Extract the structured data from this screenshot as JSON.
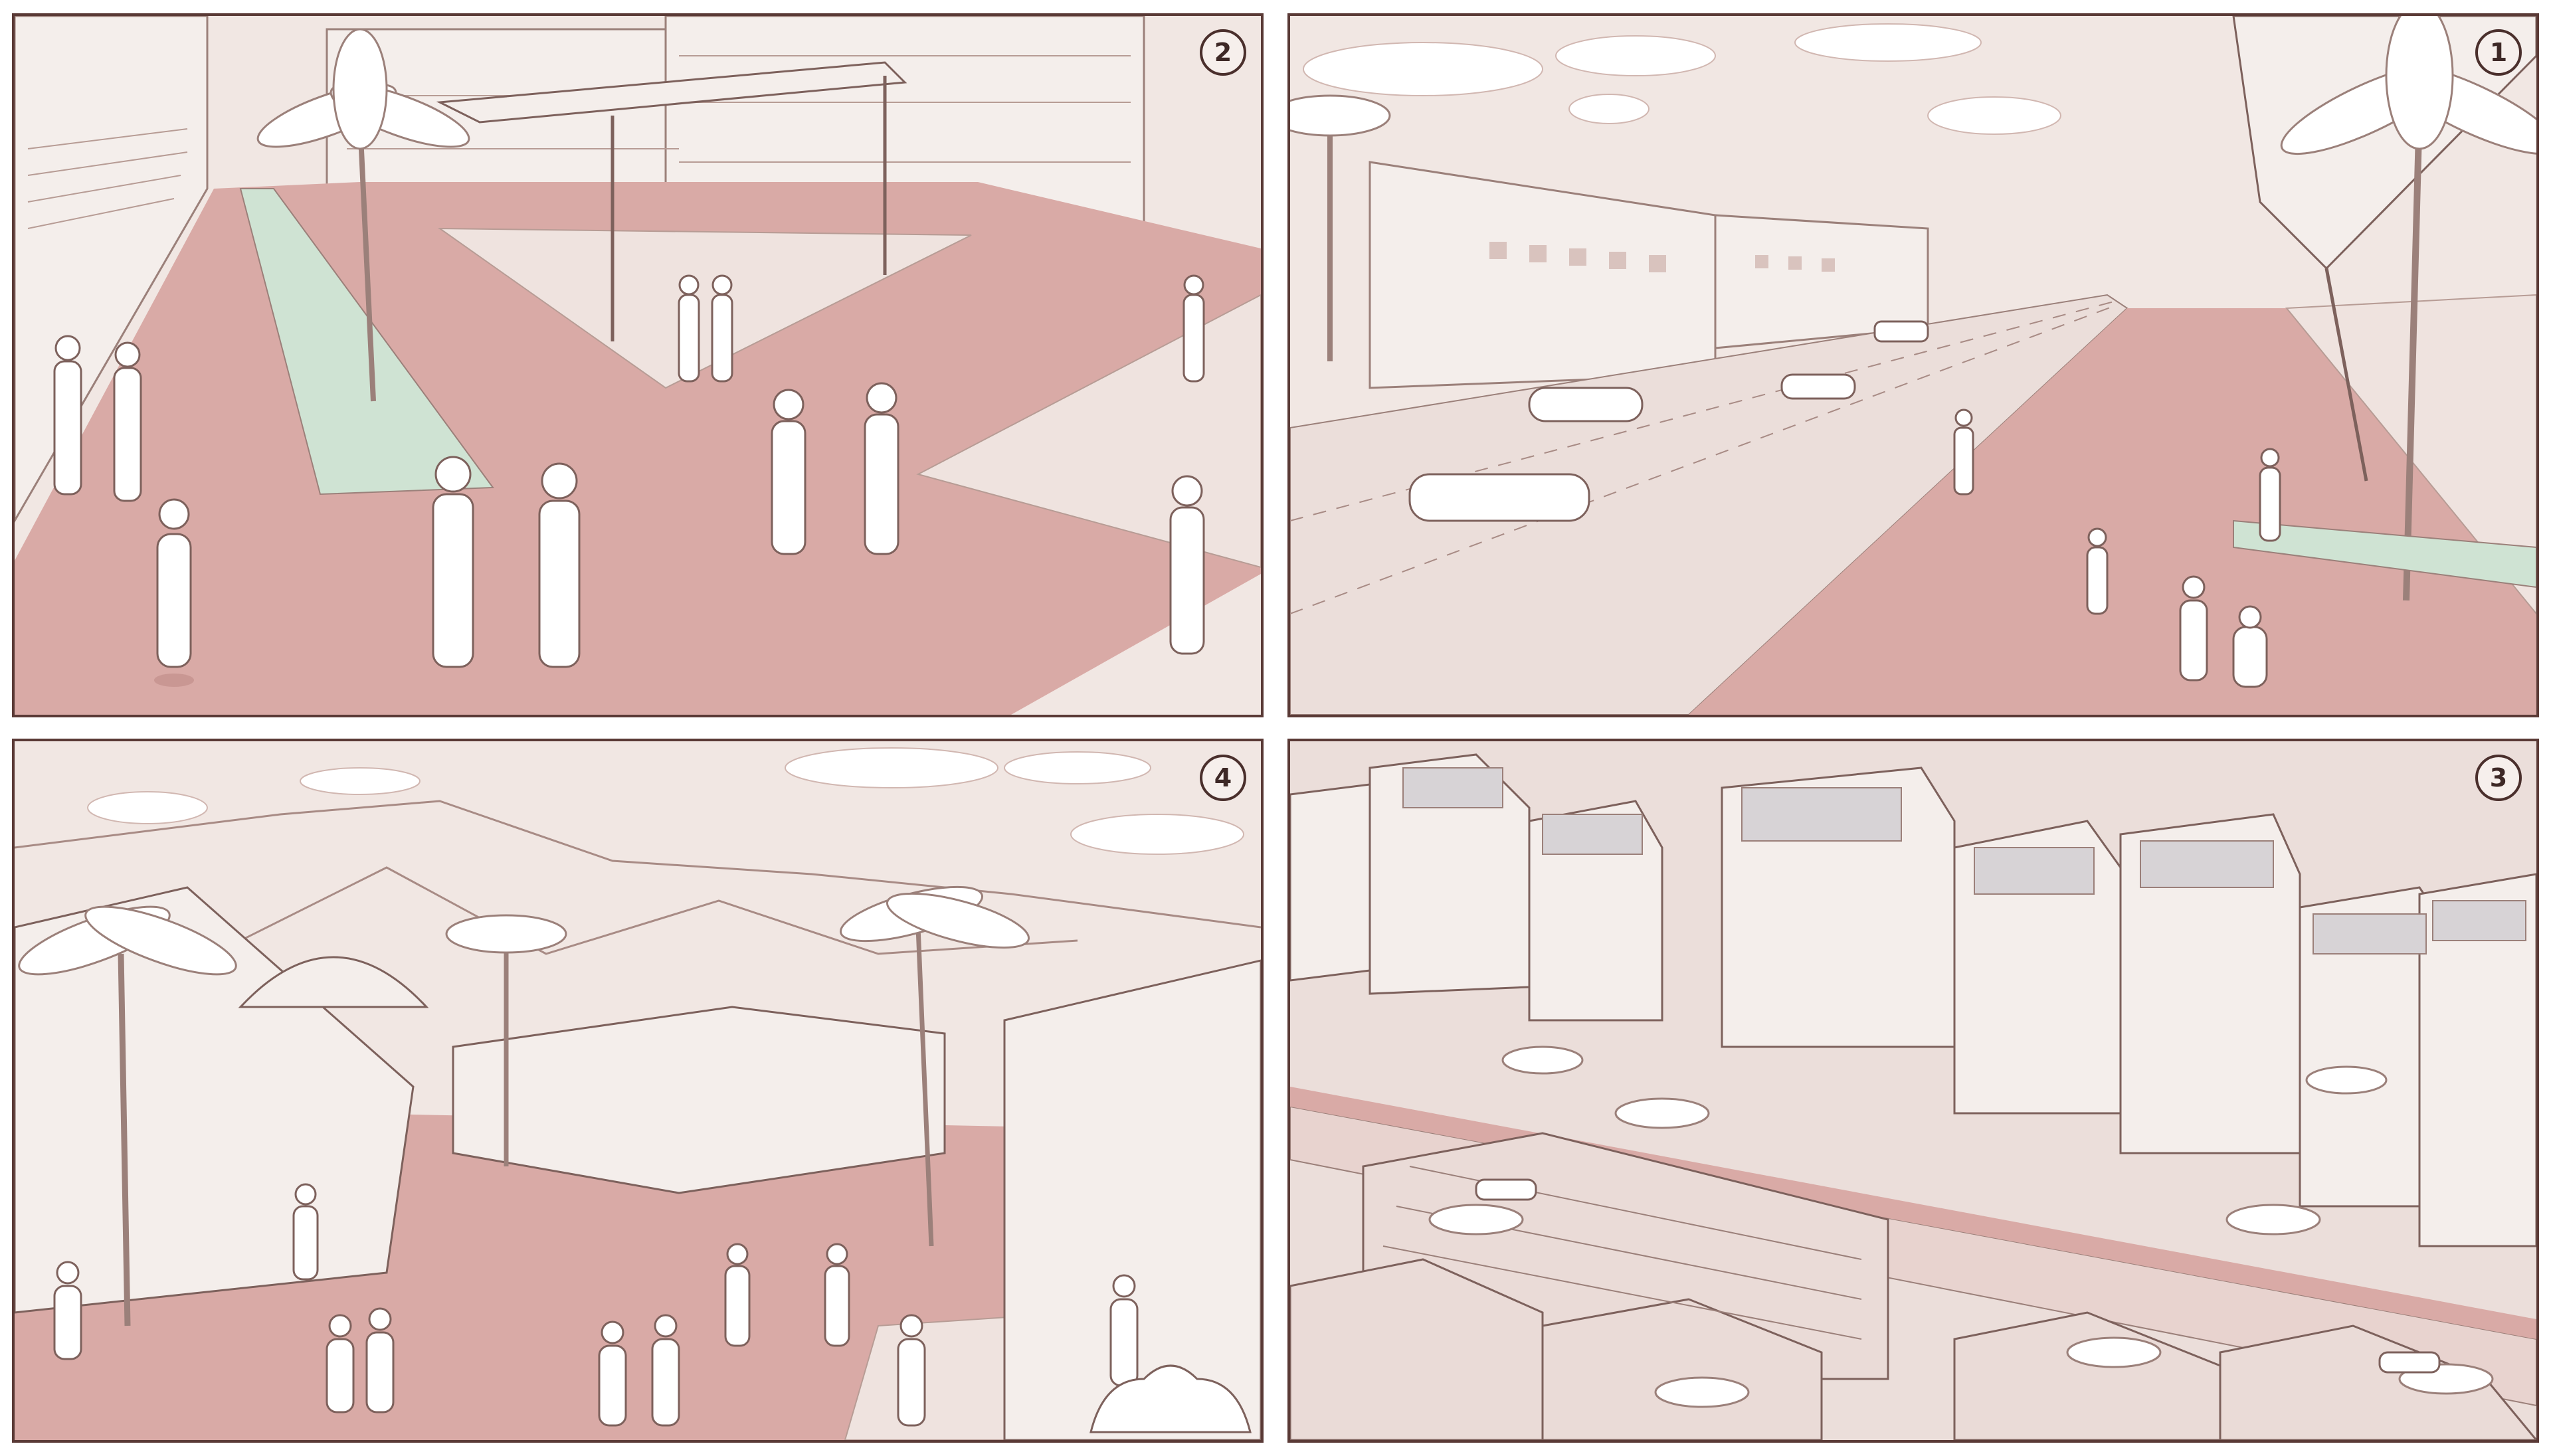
{
  "panels": [
    {
      "id": "panel-2",
      "number": "2",
      "scene": "street-plaza"
    },
    {
      "id": "panel-1",
      "number": "1",
      "scene": "boulevard-market-canopy"
    },
    {
      "id": "panel-4",
      "number": "4",
      "scene": "festival-tents"
    },
    {
      "id": "panel-3",
      "number": "3",
      "scene": "aerial-neighbourhood"
    }
  ],
  "colors": {
    "sky": "#f1e7e3",
    "paving": "#d9aaa6",
    "paving_light": "#efe3df",
    "building": "#f4eeeb",
    "line": "#9b807a",
    "outline": "#5a3a36",
    "greenery": "#9cc8a6"
  }
}
